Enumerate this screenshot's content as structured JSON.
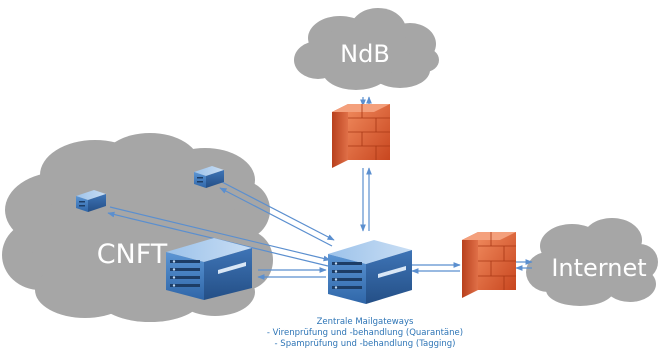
{
  "clouds": {
    "ndb": "NdB",
    "cnft": "CNFT",
    "internet": "Internet"
  },
  "caption": {
    "title": "Zentrale Mailgateways",
    "line1": "- Virenprüfung und -behandlung (Quarantäne)",
    "line2": "- Spamprüfung und -behandlung (Tagging)"
  },
  "colors": {
    "cloud": "#a6a6a6",
    "arrow": "#5b8fcf",
    "firewall": "#e0663a",
    "server": "#4a86c8",
    "caption": "#2e75b6"
  },
  "icons": [
    "cloud-icon",
    "firewall-icon",
    "server-icon",
    "mail-gateway-icon"
  ]
}
